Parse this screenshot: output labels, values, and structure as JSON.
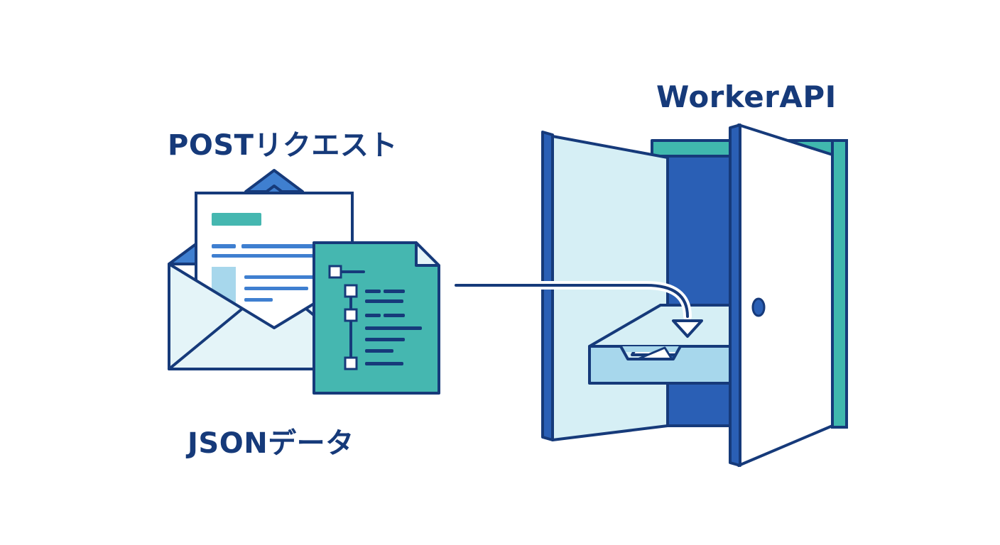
{
  "labels": {
    "post_request": "POSTリクエスト",
    "json_data": "JSONデータ",
    "worker_api": "WorkerAPI"
  },
  "colors": {
    "outline": "#163a7a",
    "label_text": "#163a7a",
    "envelope_light": "#e4f4f8",
    "envelope_flap": "#3f7fd0",
    "json_doc": "#45b7b0",
    "door_dark": "#2a5fb5",
    "door_frame_teal": "#40b8ae",
    "door_panel_light": "#d6eff5",
    "tray": "#a7d7ec",
    "arrow": "#163a7a"
  },
  "icons": {
    "envelope": "envelope-icon",
    "json_document": "json-document-icon",
    "door": "open-door-icon",
    "inbox_tray": "inbox-tray-icon",
    "arrow": "curved-arrow-icon"
  }
}
